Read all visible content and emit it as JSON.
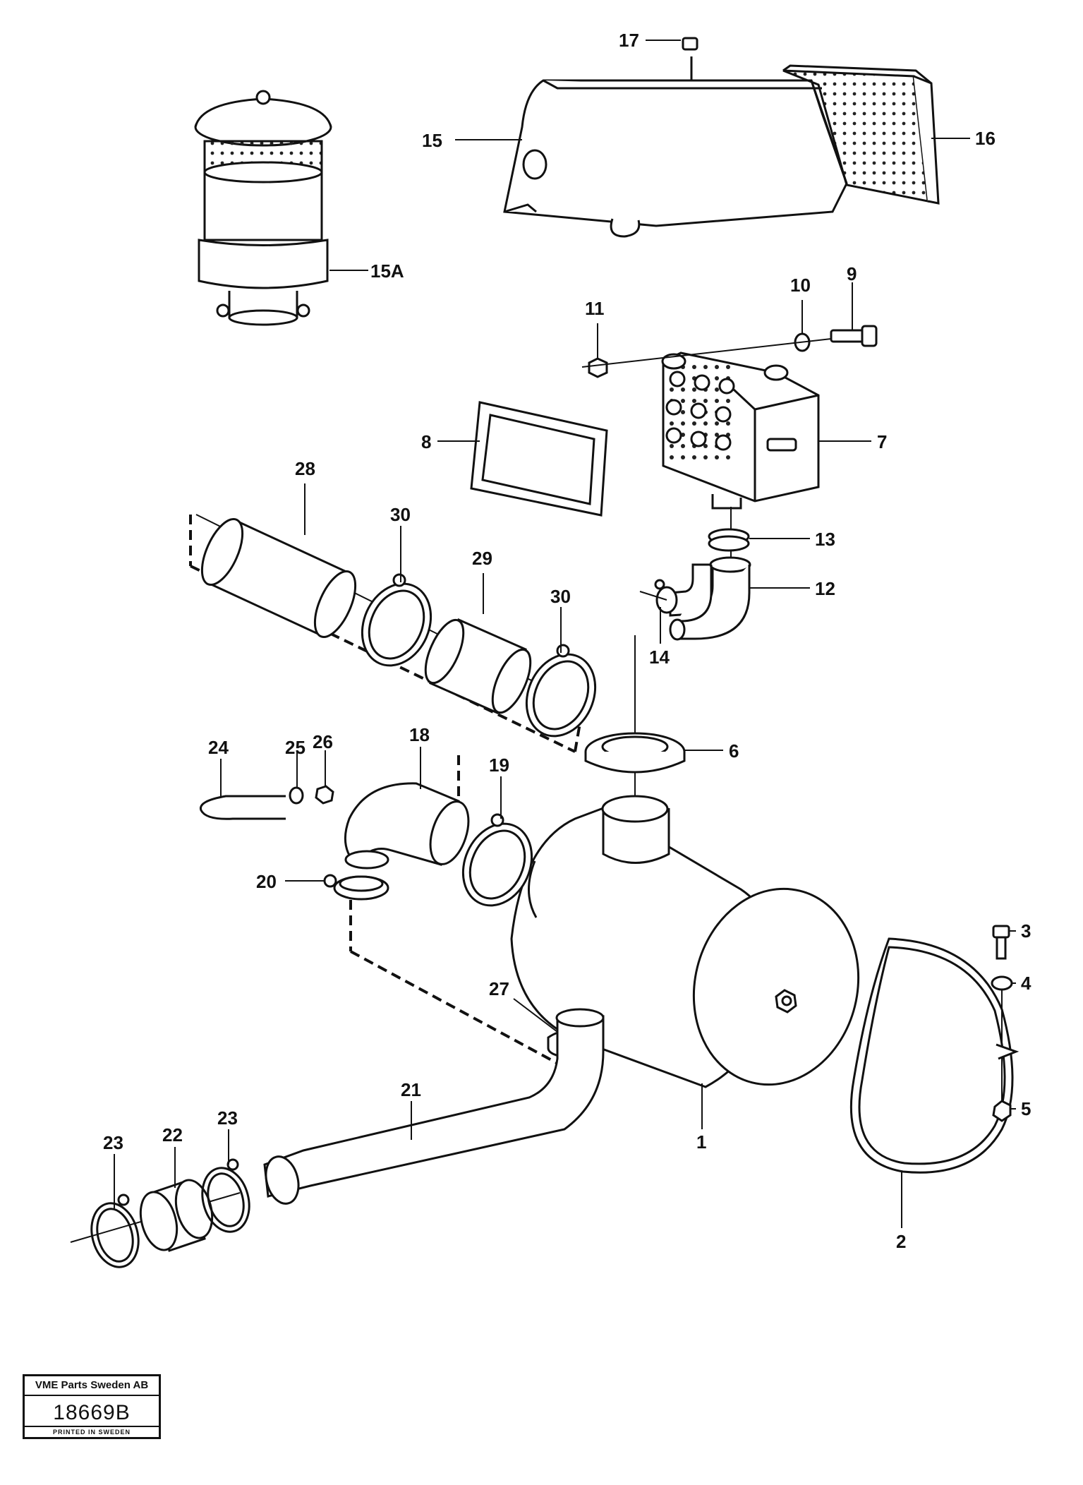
{
  "callouts": [
    {
      "id": "c17",
      "label": "17"
    },
    {
      "id": "c15",
      "label": "15"
    },
    {
      "id": "c16",
      "label": "16"
    },
    {
      "id": "c15A",
      "label": "15A"
    },
    {
      "id": "c11",
      "label": "11"
    },
    {
      "id": "c10",
      "label": "10"
    },
    {
      "id": "c9",
      "label": "9"
    },
    {
      "id": "c8",
      "label": "8"
    },
    {
      "id": "c7",
      "label": "7"
    },
    {
      "id": "c28",
      "label": "28"
    },
    {
      "id": "c30a",
      "label": "30"
    },
    {
      "id": "c29",
      "label": "29"
    },
    {
      "id": "c30b",
      "label": "30"
    },
    {
      "id": "c13",
      "label": "13"
    },
    {
      "id": "c12",
      "label": "12"
    },
    {
      "id": "c14",
      "label": "14"
    },
    {
      "id": "c6",
      "label": "6"
    },
    {
      "id": "c24",
      "label": "24"
    },
    {
      "id": "c25",
      "label": "25"
    },
    {
      "id": "c26",
      "label": "26"
    },
    {
      "id": "c18",
      "label": "18"
    },
    {
      "id": "c19",
      "label": "19"
    },
    {
      "id": "c20",
      "label": "20"
    },
    {
      "id": "c3",
      "label": "3"
    },
    {
      "id": "c4",
      "label": "4"
    },
    {
      "id": "c5",
      "label": "5"
    },
    {
      "id": "c27",
      "label": "27"
    },
    {
      "id": "c21",
      "label": "21"
    },
    {
      "id": "c1",
      "label": "1"
    },
    {
      "id": "c2",
      "label": "2"
    },
    {
      "id": "c23a",
      "label": "23"
    },
    {
      "id": "c22",
      "label": "22"
    },
    {
      "id": "c23b",
      "label": "23"
    }
  ],
  "stamp": {
    "company": "VME Parts Sweden AB",
    "number": "18669B",
    "printed": "PRINTED IN SWEDEN"
  }
}
